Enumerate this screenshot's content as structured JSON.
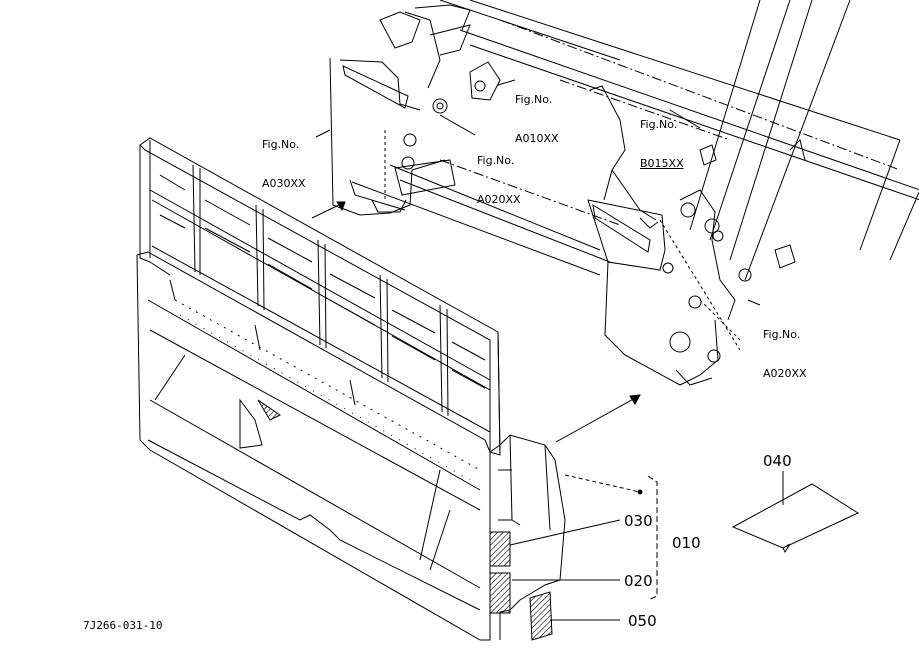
{
  "figure_refs": [
    {
      "line1": "Fig.No.",
      "line2": "A030XX"
    },
    {
      "line1": "Fig.No.",
      "line2": "A010XX"
    },
    {
      "line1": "Fig.No.",
      "line2": "A020XX"
    },
    {
      "line1": "Fig.No.",
      "line2": "B015XX"
    },
    {
      "line1": "Fig.No.",
      "line2": "A020XX"
    }
  ],
  "part_numbers": {
    "p040": "040",
    "p030": "030",
    "p010": "010",
    "p020": "020",
    "p050": "050"
  },
  "drawing_ref": "7J266-031-10"
}
